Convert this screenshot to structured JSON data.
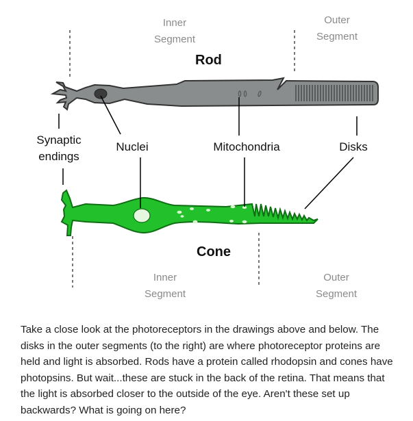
{
  "rod": {
    "title": "Rod",
    "inner_segment": [
      "Inner",
      "Segment"
    ],
    "outer_segment": [
      "Outer",
      "Segment"
    ],
    "body_color": "#8a8d8d",
    "outline_color": "#333333"
  },
  "cone": {
    "title": "Cone",
    "inner_segment": [
      "Inner",
      "Segment"
    ],
    "outer_segment": [
      "Outer",
      "Segment"
    ],
    "body_color": "#22c02a",
    "outline_color": "#0f6d14"
  },
  "labels": {
    "synaptic": [
      "Synaptic",
      "endings"
    ],
    "nuclei": "Nuclei",
    "mitochondria": "Mitochondria",
    "disks": "Disks"
  },
  "caption": "Take a close look at the photoreceptors in the drawings above and below. The disks in the outer segments (to the right) are where photoreceptor proteins are held and light is absorbed. Rods have a protein called rhodopsin and cones have photopsins. But wait...these are stuck in the back of the retina. That means that the light is absorbed closer to the outside of the eye. Aren't these set up backwards? What is going on here?"
}
